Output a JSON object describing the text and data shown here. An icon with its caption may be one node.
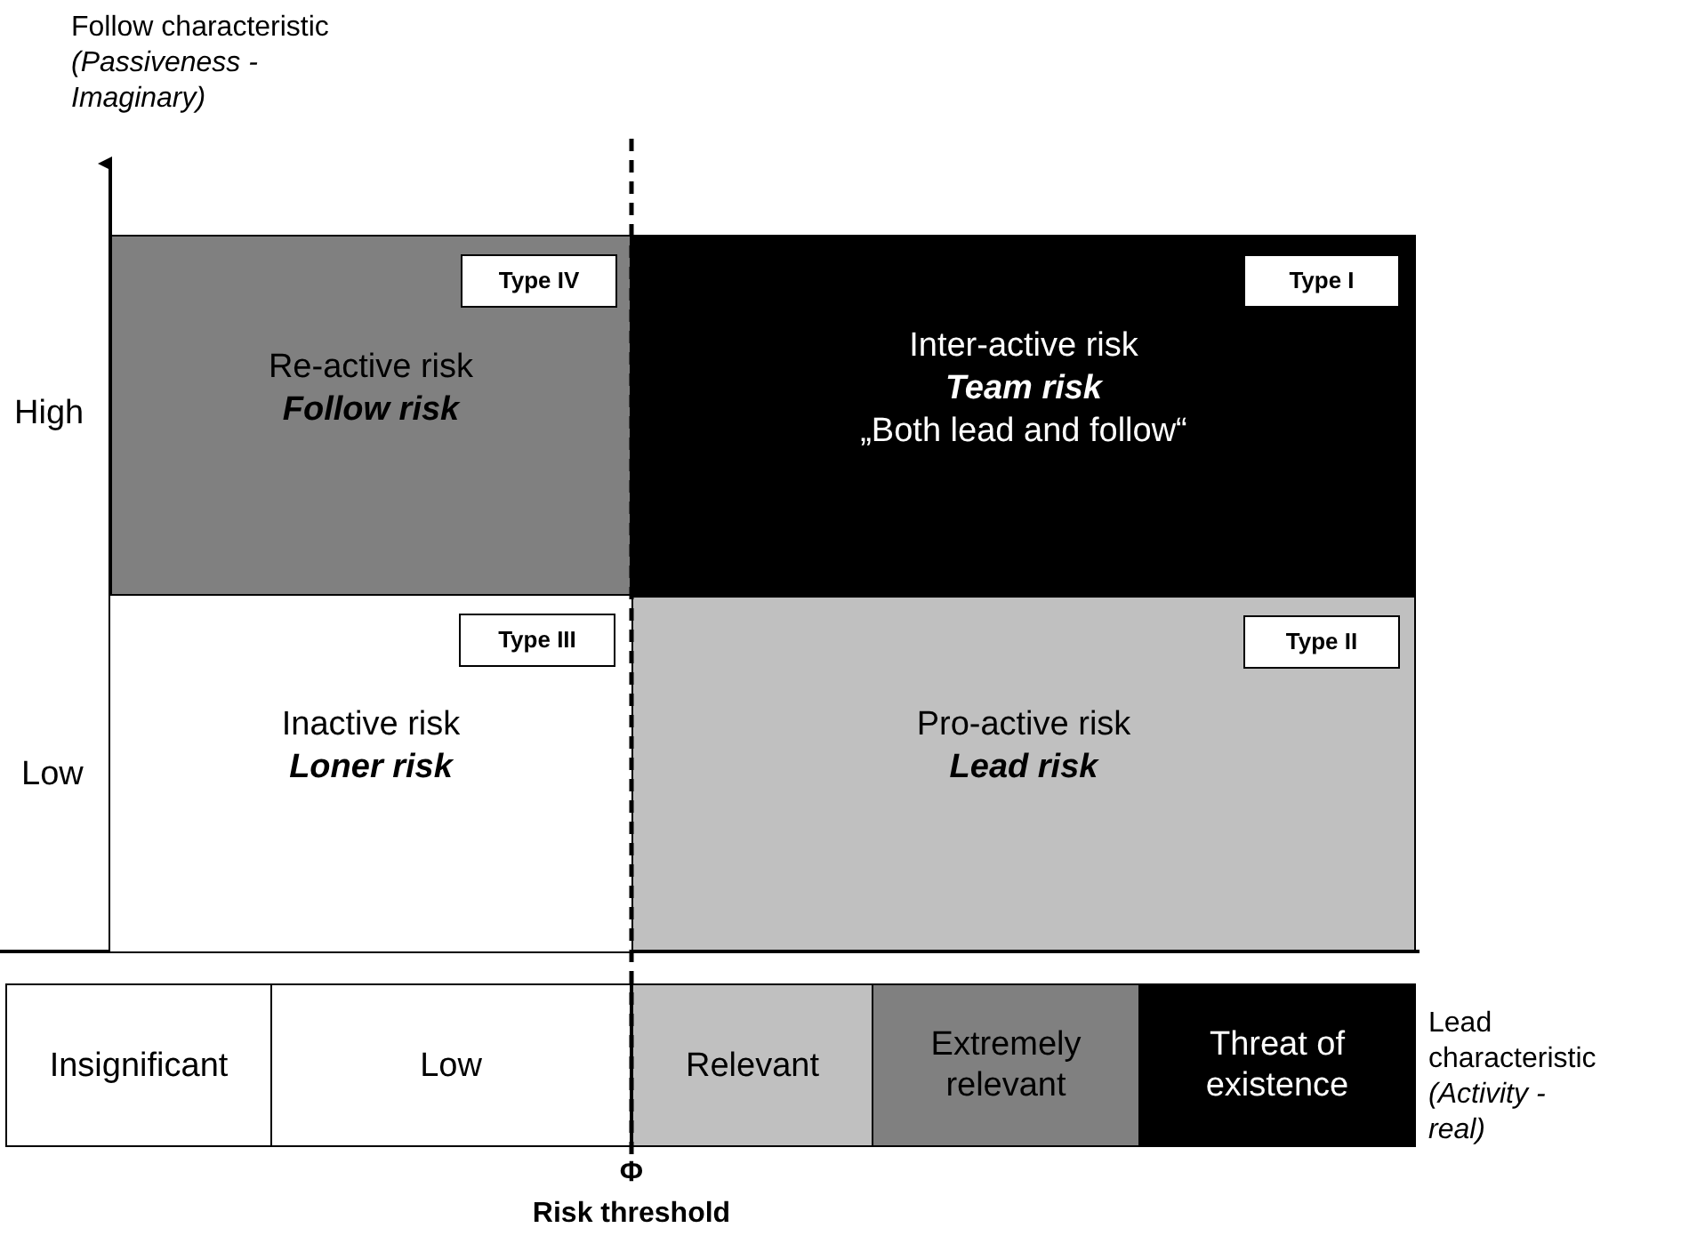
{
  "diagram": {
    "nodes": [
      {
        "text": [
          "Re-active risk",
          "Follow risk"
        ]
      },
      {
        "text": [
          "Type IV"
        ],
        "in": 0
      },
      {
        "text": [
          "Inter-active risk",
          "Team risk",
          "„Both lead and follow“"
        ]
      },
      {
        "text": [
          "Type I"
        ],
        "in": 2
      },
      {
        "text": [
          "Inactive risk",
          "Loner risk"
        ]
      },
      {
        "text": [
          "Type III"
        ],
        "in": 4
      },
      {
        "text": [
          "Pro-active risk",
          "Lead risk"
        ]
      },
      {
        "text": [
          "Type II"
        ],
        "in": 6
      },
      {
        "text": [
          "Insignificant"
        ]
      },
      {
        "text": [
          "Low"
        ]
      },
      {
        "text": [
          "Relevant"
        ]
      },
      {
        "text": [
          "Extremely relevant"
        ]
      },
      {
        "text": [
          "Threat of existence"
        ]
      }
    ],
    "edges": [],
    "labels": [
      "Follow characteristic",
      "(Passiveness - Imaginary)",
      "High",
      "Low",
      "Lead characteristic",
      "(Activity - real)",
      "Φ",
      "Risk threshold"
    ]
  }
}
